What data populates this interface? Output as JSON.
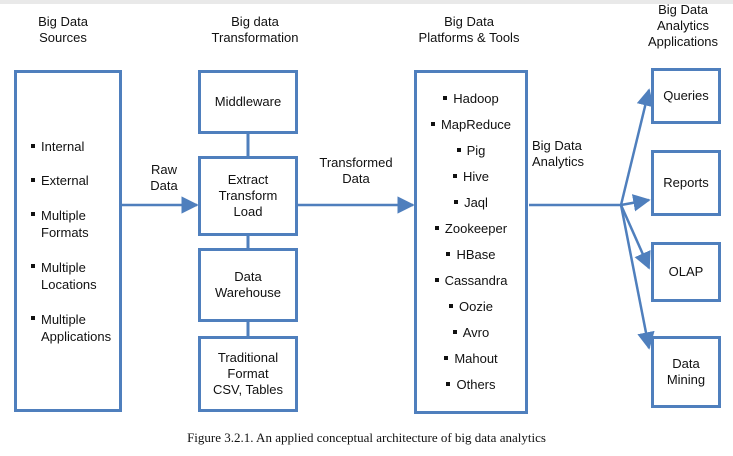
{
  "headers": {
    "sources": "Big Data\nSources",
    "transformation": "Big data\nTransformation",
    "platforms": "Big Data\nPlatforms & Tools",
    "applications": "Big Data\nAnalytics\nApplications"
  },
  "sources": [
    "Internal",
    "External",
    "Multiple\nFormats",
    "Multiple\nLocations",
    "Multiple\nApplications"
  ],
  "transform_boxes": {
    "middleware": "Middleware",
    "etl": "Extract\nTransform\nLoad",
    "warehouse": "Data\nWarehouse",
    "traditional": "Traditional\nFormat\nCSV, Tables"
  },
  "edge_labels": {
    "raw": "Raw\nData",
    "transformed": "Transformed\nData",
    "analytics": "Big Data\nAnalytics"
  },
  "tools": [
    "Hadoop",
    "MapReduce",
    "Pig",
    "Hive",
    "Jaql",
    "Zookeeper",
    "HBase",
    "Cassandra",
    "Oozie",
    "Avro",
    "Mahout",
    "Others"
  ],
  "applications": [
    "Queries",
    "Reports",
    "OLAP",
    "Data\nMining"
  ],
  "caption": "Figure 3.2.1. An applied conceptual architecture of big data analytics",
  "colors": {
    "line": "#4f7fbd"
  }
}
